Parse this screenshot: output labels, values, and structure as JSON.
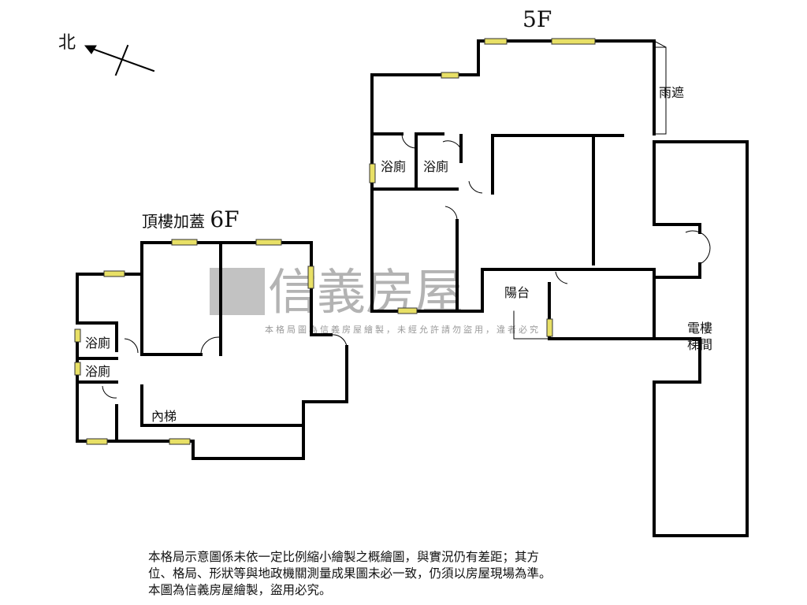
{
  "compass": {
    "label": "北"
  },
  "floor5": {
    "title": "5F",
    "canopy": "雨遮",
    "bath1": "浴廁",
    "bath2": "浴廁",
    "balcony": "陽台",
    "elevator_line1": "電樓",
    "elevator_line2": "梯間"
  },
  "floor6": {
    "title": "頂樓加蓋",
    "title_floor": "6F",
    "bath1": "浴廁",
    "bath2": "浴廁",
    "stair": "內梯"
  },
  "watermark": {
    "brand": "信義房屋",
    "notice": "本格局圖為信義房屋繪製，未經允許請勿盜用，違者必究"
  },
  "note": {
    "line1": "本格局示意圖係未依一定比例縮小繪製之概繪圖，與實況仍有差距；其方",
    "line2": "位、格局、形狀等與地政機關測量成果圖未必一致，仍須以房屋現場為準。",
    "line3": "本圖為信義房屋繪製，盜用必究。"
  }
}
